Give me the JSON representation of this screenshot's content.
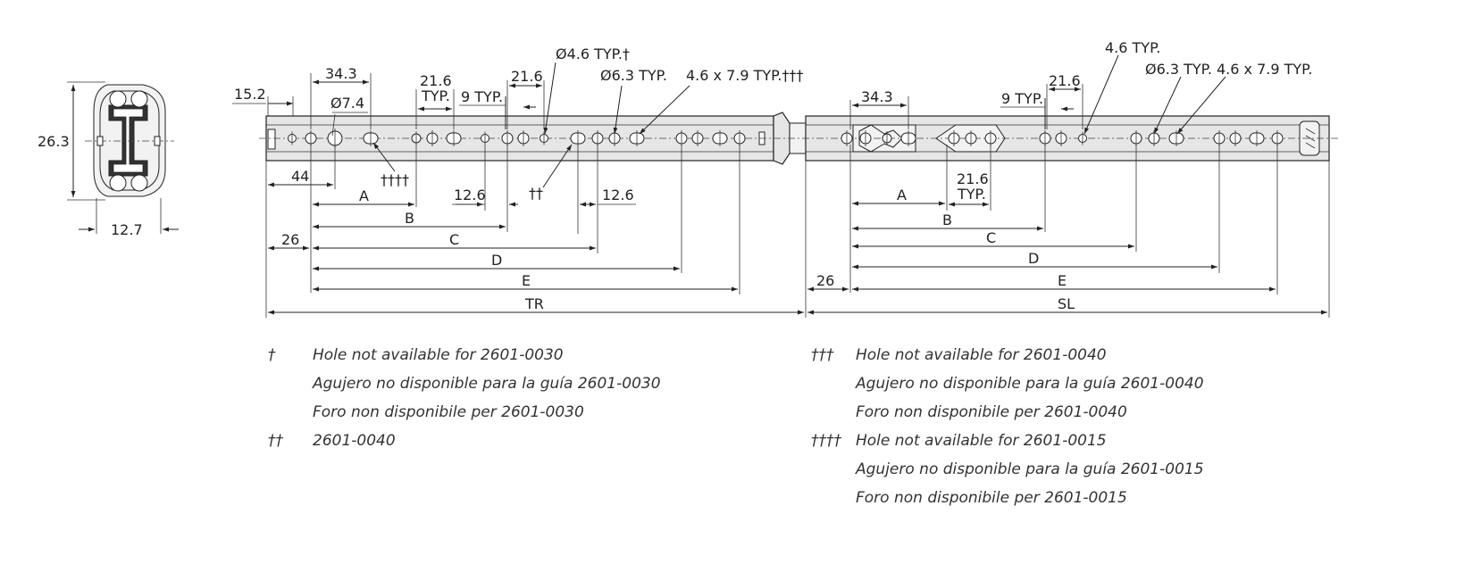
{
  "section": {
    "height": "26.3",
    "width": "12.7"
  },
  "top_labels": {
    "d15_2": "15.2",
    "d34_3_left": "34.3",
    "d7_4": "Ø7.4",
    "d21_6_typ_left_num": "21.6",
    "d21_6_typ_left_typ": "TYP.",
    "d9typ_left": "9 TYP.",
    "d21_6_left": "21.6",
    "d4_6_typ_dagger": "Ø4.6 TYP.†",
    "d6_3_typ_left": "Ø6.3 TYP.",
    "d4_6x7_9_left": "4.6 x 7.9 TYP.†††",
    "d34_3_right": "34.3",
    "d9typ_right": "9 TYP.",
    "d21_6_right": "21.6",
    "d4_6_typ_right": "4.6 TYP.",
    "d6_3_typ_right": "Ø6.3 TYP.",
    "d4_6x7_9_right": "4.6 x 7.9 TYP."
  },
  "bottom_labels": {
    "d44": "44",
    "d4daggers": "††††",
    "d12_6_a": "12.6",
    "d2daggers": "††",
    "d12_6_b": "12.6",
    "d21_6_typ_right_num": "21.6",
    "d21_6_typ_right_typ": "TYP.",
    "left_A": "A",
    "left_B": "B",
    "left_C": "C",
    "left_D": "D",
    "left_E": "E",
    "left_26": "26",
    "left_TR": "TR",
    "right_A": "A",
    "right_B": "B",
    "right_C": "C",
    "right_D": "D",
    "right_E": "E",
    "right_26": "26",
    "right_SL": "SL"
  },
  "notes_left": [
    {
      "mark": "†",
      "text": "Hole not available for 2601-0030"
    },
    {
      "mark": "",
      "text": "Agujero no disponible para la guía 2601-0030"
    },
    {
      "mark": "",
      "text": "Foro non disponibile per 2601-0030"
    },
    {
      "mark": "††",
      "text": "2601-0040"
    }
  ],
  "notes_right": [
    {
      "mark": "†††",
      "text": "Hole not available for 2601-0040"
    },
    {
      "mark": "",
      "text": "Agujero no disponible para la guía 2601-0040"
    },
    {
      "mark": "",
      "text": "Foro non disponibile per 2601-0040"
    },
    {
      "mark": "††††",
      "text": "Hole not available for 2601-0015"
    },
    {
      "mark": "",
      "text": "Agujero no disponible para la guía 2601-0015"
    },
    {
      "mark": "",
      "text": "Foro non disponibile per 2601-0015"
    }
  ]
}
